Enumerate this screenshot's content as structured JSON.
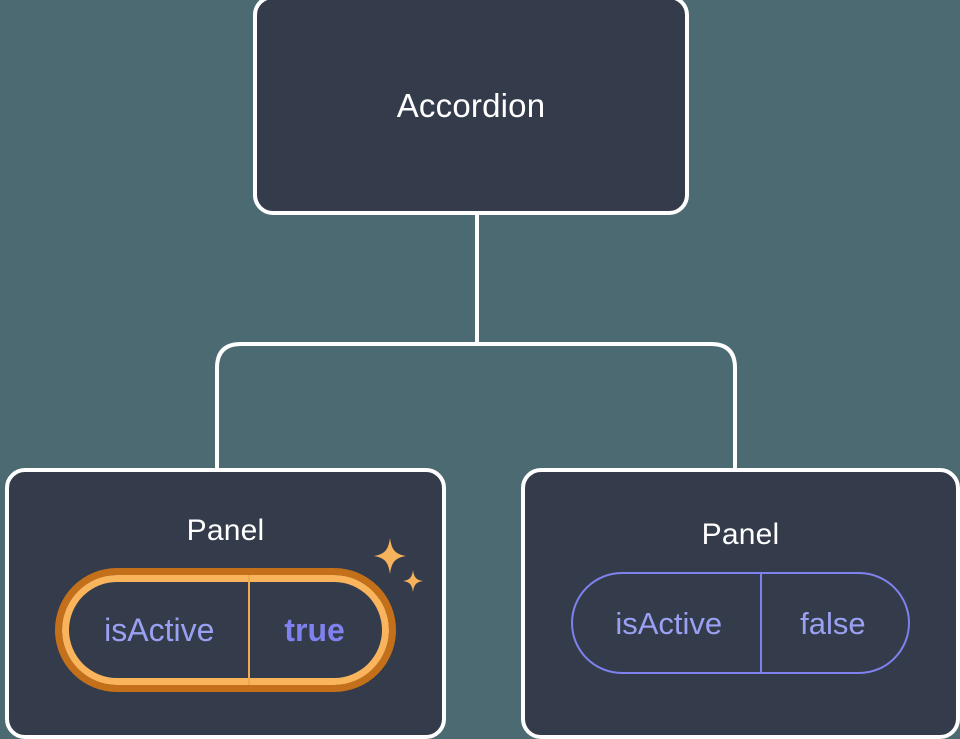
{
  "canvas": {
    "background_color": "#4c6a72",
    "node_fill_color": "#343c4b",
    "node_border_color": "#ffffff",
    "edge_color": "#ffffff",
    "accent_periwinkle": "#7f82ee",
    "accent_periwinkle_muted": "#9aa0f2",
    "highlight_outer_orange": "#c4701a",
    "highlight_inner_orange": "#f9b45c",
    "sparkle_color": "#f7b35c"
  },
  "tree": {
    "root": {
      "title": "Accordion"
    },
    "children": [
      {
        "title": "Panel",
        "highlighted": true,
        "prop": {
          "key": "isActive",
          "value": "true"
        },
        "sparkle_icons": [
          "sparkle-large-icon",
          "sparkle-small-icon"
        ]
      },
      {
        "title": "Panel",
        "highlighted": false,
        "prop": {
          "key": "isActive",
          "value": "false"
        }
      }
    ]
  }
}
